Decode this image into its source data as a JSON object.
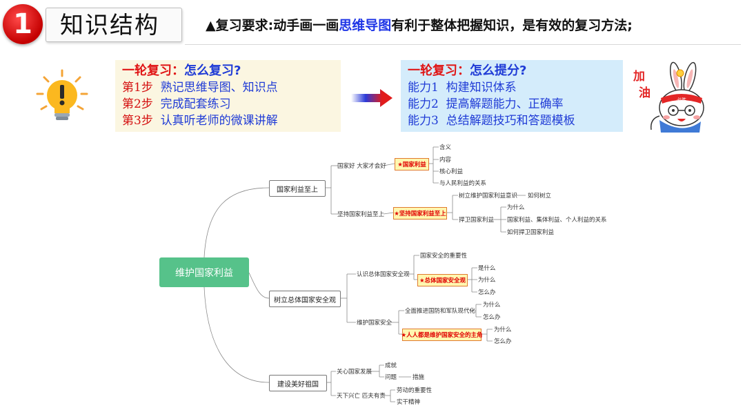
{
  "header": {
    "number": "1",
    "title": "知识结构",
    "requirement_pre": "▲复习要求:动手画一画",
    "requirement_hl": "思维导图",
    "requirement_post": "有利于整体把握知识，是有效的复习方法;"
  },
  "box1": {
    "head_a": "一轮复习：",
    "head_b": "怎么复习?",
    "steps": [
      {
        "label": "第1步",
        "text": "熟记思维导图、知识点"
      },
      {
        "label": "第2步",
        "text": "完成配套练习"
      },
      {
        "label": "第3步",
        "text": "认真听老师的微课讲解"
      }
    ]
  },
  "box2": {
    "head_a": "一轮复习：",
    "head_b": "怎么提分?",
    "steps": [
      {
        "label": "能力1",
        "text": "构建知识体系"
      },
      {
        "label": "能力2",
        "text": "提高解题能力、正确率"
      },
      {
        "label": "能力3",
        "text": "总结解题技巧和答题模板"
      }
    ]
  },
  "sticker": {
    "jia": "加",
    "you": "油",
    "band": "必胜"
  },
  "mindmap": {
    "root": "维护国家利益",
    "b1": "国家利益至上",
    "b1_s1": "国家好 大家才会好",
    "b1_s1_star": "★国家利益",
    "b1_s1_leaves": [
      "含义",
      "内容",
      "核心利益",
      "与人民利益的关系"
    ],
    "b1_s2": "坚持国家利益至上",
    "b1_s2_star": "★坚持国家利益至上",
    "b1_s2_a": "树立维护国家利益意识",
    "b1_s2_a_leaf": "如何树立",
    "b1_s2_b": "捍卫国家利益",
    "b1_s2_b_leaves": [
      "为什么",
      "国家利益、集体利益、个人利益的关系",
      "如何捍卫国家利益"
    ],
    "b2": "树立总体国家安全观",
    "b2_s1": "认识总体国家安全观",
    "b2_s1_a": "国家安全的重要性",
    "b2_s1_star": "★总体国家安全观",
    "b2_s1_leaves": [
      "是什么",
      "为什么",
      "怎么办"
    ],
    "b2_s2": "维护国家安全",
    "b2_s2_a": "全面推进国防和军队现代化",
    "b2_s2_a_leaves": [
      "为什么",
      "怎么办"
    ],
    "b2_s2_star": "★人人都是维护国家安全的主角",
    "b2_s2_star_leaves": [
      "为什么",
      "怎么办"
    ],
    "b3": "建设美好祖国",
    "b3_s1": "关心国家发展",
    "b3_s1_leaves": [
      "成就",
      "问题"
    ],
    "b3_s1_fix": "措施",
    "b3_s2": "天下兴亡 匹夫有责",
    "b3_s2_leaves": [
      "劳动的重要性",
      "实干精神"
    ]
  }
}
